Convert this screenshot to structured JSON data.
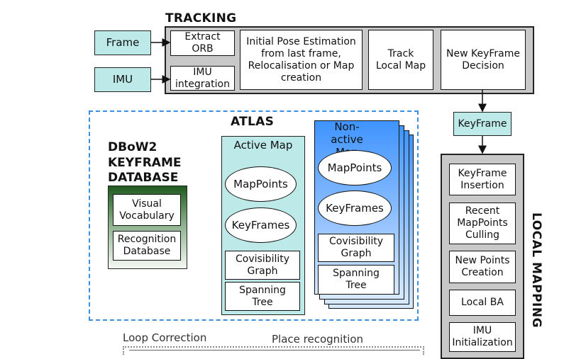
{
  "tracking": {
    "title": "TRACKING",
    "inputs": {
      "frame": "Frame",
      "imu": "IMU"
    },
    "steps": {
      "extract_orb": "Extract ORB",
      "imu_integration": "IMU integration",
      "initial_pose": "Initial Pose Estimation from last frame, Relocalisation or Map creation",
      "track_local_map": "Track Local Map",
      "new_keyframe_decision": "New KeyFrame Decision"
    }
  },
  "keyframe_link": "KeyFrame",
  "atlas": {
    "title": "ATLAS",
    "active_map": {
      "title": "Active Map",
      "mappoints": "MapPoints",
      "keyframes": "KeyFrames",
      "covisibility": "Covisibility Graph",
      "spanning": "Spanning Tree"
    },
    "nonactive_map": {
      "title": "Non-active Map",
      "mappoints": "MapPoints",
      "keyframes": "KeyFrames",
      "covisibility": "Covisibility Graph",
      "spanning": "Spanning Tree"
    }
  },
  "dbow2": {
    "title_lines": [
      "DBoW2",
      "KEYFRAME",
      "DATABASE"
    ],
    "visual_vocabulary": "Visual Vocabulary",
    "recognition_database": "Recognition Database"
  },
  "local_mapping": {
    "title": "LOCAL MAPPING",
    "steps": {
      "keyframe_insertion": "KeyFrame Insertion",
      "recent_mappoints_culling": "Recent MapPoints Culling",
      "new_points_creation": "New Points Creation",
      "local_ba": "Local BA",
      "imu_initialization": "IMU Initialization"
    }
  },
  "bottom": {
    "loop_correction": "Loop Correction",
    "place_recognition": "Place recognition"
  },
  "colors": {
    "cyan_fill": "#bde9e9",
    "grey_panel": "#c8c8c8",
    "atlas_dash": "#3a8fe0",
    "nonactive_top": "#3f94ff",
    "nonactive_bottom": "#d6e9ff",
    "dbow_top": "#1f5a1f",
    "dbow_bottom": "#ffffff"
  },
  "icons": [
    "arrow-icon"
  ]
}
